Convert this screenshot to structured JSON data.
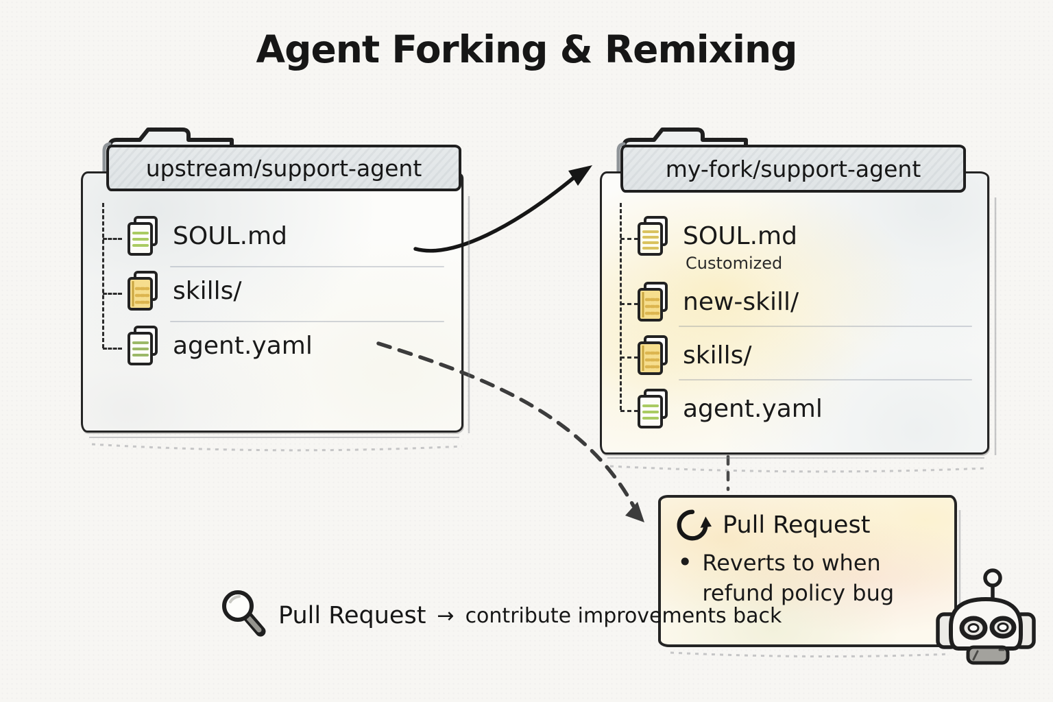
{
  "title": "Agent Forking & Remixing",
  "colors": {
    "ink": "#1f1f1f",
    "paper": "#f7f6f3",
    "doc_line_green": "#a9cb62",
    "doc_line_yellow": "#d9c25e",
    "folder_fill_yellow": "#f6de8e",
    "folder_stripe_yellow": "#dcb54f",
    "tab_fill": "#f3f5f5",
    "pr_box_fill": "#fdf9ee"
  },
  "left_panel": {
    "tab": "upstream/support-agent",
    "folder_icon": "folder-tab-icon",
    "files": [
      {
        "label": "SOUL.md",
        "icon": "document-green-lines-icon"
      },
      {
        "label": "skills/",
        "icon": "folder-files-yellow-icon"
      },
      {
        "label": "agent.yaml",
        "icon": "document-green-lines-icon"
      }
    ]
  },
  "right_panel": {
    "tab": "my-fork/support-agent",
    "folder_icon": "folder-tab-icon",
    "files": [
      {
        "label": "SOUL.md",
        "note": "Customized",
        "icon": "document-yellow-lines-icon"
      },
      {
        "label": "new-skill/",
        "icon": "folder-files-yellow-icon"
      },
      {
        "label": "skills/",
        "icon": "folder-files-yellow-icon"
      },
      {
        "label": "agent.yaml",
        "icon": "document-green-lines-icon"
      }
    ]
  },
  "arrows": {
    "fork_arrow": "solid curved arrow from upstream panel to my-fork tab",
    "pr_arrow": "dashed curved arrow from upstream agent.yaml to Pull Request box",
    "fork_to_pr_connector": "short vertical dashed line from my-fork panel to Pull Request box"
  },
  "pull_request": {
    "icon": "sync-circular-arrow-icon",
    "title": "Pull Request",
    "bullet_glyph": "•",
    "bullet_line1": "Reverts to when",
    "bullet_line2": "refund policy bug"
  },
  "caption": {
    "icon": "magnifier-icon",
    "lead": "Pull Request",
    "arrow": "→",
    "rest": "contribute improvements back"
  },
  "mascot": "robot-head-icon"
}
